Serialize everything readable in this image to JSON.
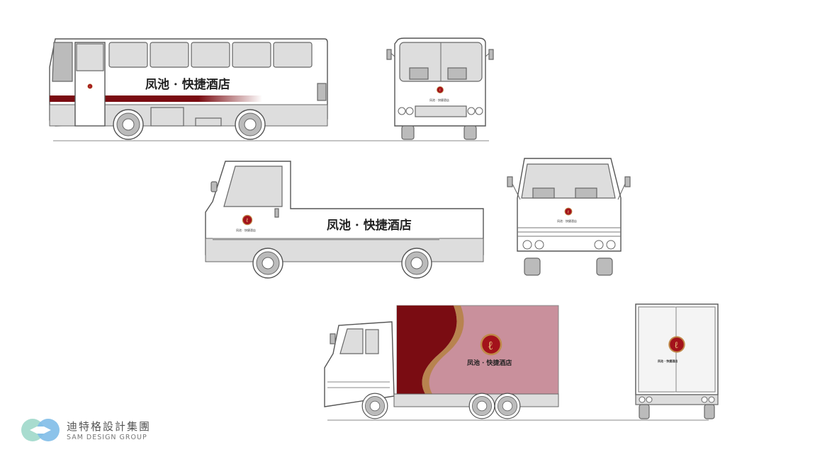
{
  "brand": {
    "name": "凤池 · 快捷酒店",
    "name_short": "凤池 · 快捷酒店",
    "colors": {
      "maroon": "#7a0c12",
      "pink": "#c9909c",
      "gold": "#c08a4a"
    }
  },
  "company": {
    "name_cn": "迪特格設計集團",
    "name_en": "SAM DESIGN GROUP",
    "colors": {
      "teal": "#a8dccf",
      "blue": "#7fbde8"
    }
  }
}
